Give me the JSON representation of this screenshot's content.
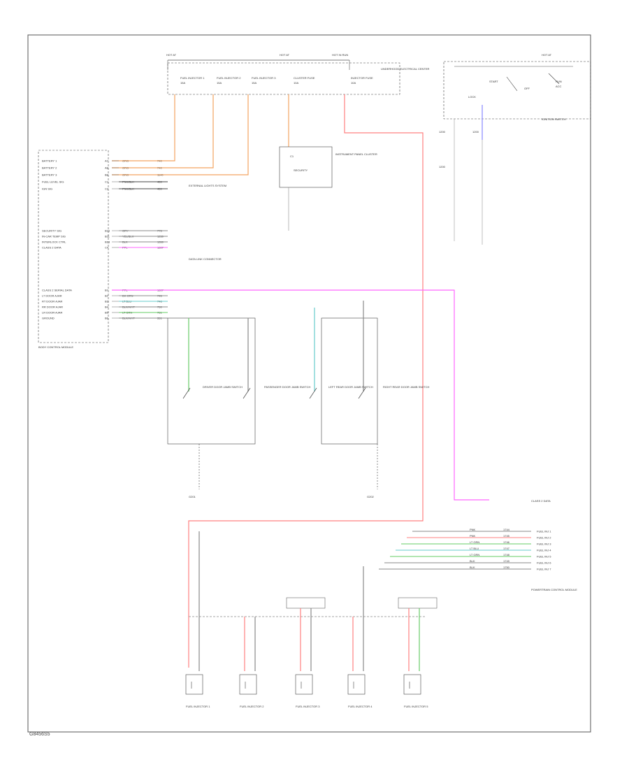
{
  "diagram": {
    "code": "G8456S5",
    "colors": {
      "orange": "#f4a460",
      "pink": "#ff66ff",
      "red": "#ff8080",
      "green": "#66cc66",
      "cyan": "#66cccc",
      "gray": "#888888",
      "blue": "#8888ff",
      "frame": "#666666"
    },
    "top_fuse_block": {
      "headers": [
        "HOT AT",
        "HOT AT",
        "HOT IN RUN"
      ],
      "fuses": [
        {
          "label": "FUEL INJECTOR 1",
          "value": "15A"
        },
        {
          "label": "FUEL INJECTOR 2",
          "value": "15A"
        },
        {
          "label": "FUEL INJECTOR 3",
          "value": "15A"
        },
        {
          "label": "CLUSTER FUSE",
          "value": "10A"
        },
        {
          "label": "INJECTOR FUSE",
          "value": "10A"
        }
      ],
      "block_name": "UNDERHOOD ELECTRICAL CENTER"
    },
    "ignition": {
      "header": "HOT AT",
      "labels": [
        "START",
        "LOCK",
        "OFF",
        "RUN",
        "ACC"
      ],
      "name": "IGNITION SWITCH",
      "wire_codes": [
        "1200",
        "1200",
        "1200"
      ]
    },
    "ipc": {
      "name": "INSTRUMENT PANEL CLUSTER",
      "inner": "SECURITY",
      "pin": "C1"
    },
    "left_module_name": "BODY CONTROL MODULE",
    "pcm_left_pins": [
      {
        "label": "BATTERY 1",
        "pin": "A7",
        "color": "ORG",
        "circ": "740"
      },
      {
        "label": "BATTERY 2",
        "pin": "A8",
        "color": "ORG",
        "circ": "740"
      },
      {
        "label": "BATTERY 3",
        "pin": "B8",
        "color": "ORG",
        "circ": "1140"
      },
      {
        "label": "FUEL LEVEL SIG",
        "pin": "C1",
        "color": "PNK/BLK",
        "circ": "439"
      },
      {
        "label": "IGN SIG",
        "pin": "C2",
        "color": "PNK/BLK",
        "circ": "439"
      }
    ],
    "pcm_ext_label": "EXTERNAL LIGHTS SYSTEM",
    "pcm_mid_pins": [
      {
        "label": "SECURITY SIG",
        "pin": "B16",
        "color": "GRY",
        "circ": "773"
      },
      {
        "label": "IN-CAR TEMP SIG",
        "pin": "B11",
        "color": "YEL/BLK",
        "circ": "1250"
      },
      {
        "label": "INTERLOCK CTRL",
        "pin": "B13",
        "color": "BLK",
        "circ": "1350"
      },
      {
        "label": "CLASS 2 DATA",
        "pin": "C4",
        "color": "PPL",
        "circ": "1807"
      }
    ],
    "pcm_mid_ext": "DATA LINK CONNECTOR",
    "pcm_low_pins": [
      {
        "label": "CLASS 2 SERIAL DATA",
        "pin": "B7",
        "color": "PPL",
        "circ": "1807"
      },
      {
        "label": "LT DOOR AJAR",
        "pin": "B2",
        "color": "DK GRN",
        "circ": "745"
      },
      {
        "label": "RT DOOR AJAR",
        "pin": "B3",
        "color": "LT BLU",
        "circ": "746"
      },
      {
        "label": "RR DOOR AJAR",
        "pin": "B4",
        "color": "BLK/WHT",
        "circ": "750"
      },
      {
        "label": "LR DOOR AJAR",
        "pin": "B5",
        "color": "LT GRN",
        "circ": "751"
      },
      {
        "label": "GROUND",
        "pin": "B6",
        "color": "BLK/WHT",
        "circ": "351"
      }
    ],
    "door_switches": [
      "DRIVER DOOR JAMB SWITCH",
      "PASSENGER DOOR JAMB SWITCH",
      "LEFT REAR DOOR JAMB SWITCH",
      "RIGHT REAR DOOR JAMB SWITCH"
    ],
    "grounds": [
      "G201",
      "G202"
    ],
    "right_data_label": "CLASS 2 DATA",
    "fuel_module_name": "POWERTRAIN CONTROL MODULE",
    "fuel_module_pins": [
      {
        "label": "FUEL INJ 1",
        "color": "PNK",
        "circ": "1744"
      },
      {
        "label": "FUEL INJ 2",
        "color": "PNK",
        "circ": "1745"
      },
      {
        "label": "FUEL INJ 3",
        "color": "LT GRN",
        "circ": "1746"
      },
      {
        "label": "FUEL INJ 4",
        "color": "LT BLU",
        "circ": "1747"
      },
      {
        "label": "FUEL INJ 5",
        "color": "LT GRN",
        "circ": "1748"
      },
      {
        "label": "FUEL INJ 6",
        "color": "BLK",
        "circ": "1749"
      },
      {
        "label": "FUEL INJ 7",
        "color": "BLK",
        "circ": "1750"
      }
    ],
    "injectors": [
      "FUEL INJECTOR 1",
      "FUEL INJECTOR 2",
      "FUEL INJECTOR 3",
      "FUEL INJECTOR 4",
      "FUEL INJECTOR 5"
    ]
  }
}
